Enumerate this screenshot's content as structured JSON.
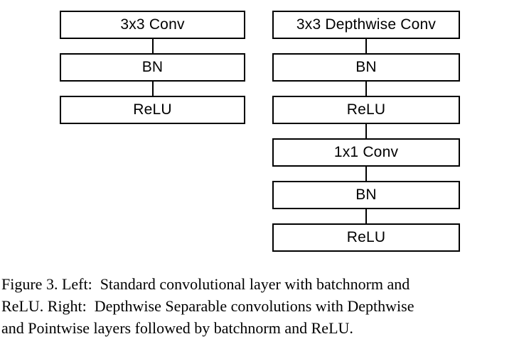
{
  "diagram": {
    "left_column": {
      "boxes": [
        "3x3 Conv",
        "BN",
        "ReLU"
      ]
    },
    "right_column": {
      "boxes": [
        "3x3 Depthwise Conv",
        "BN",
        "ReLU",
        "1x1 Conv",
        "BN",
        "ReLU"
      ]
    },
    "colors": {
      "box_border": "#000000",
      "box_fill": "#ffffff",
      "text": "#000000",
      "background": "#ffffff"
    }
  },
  "caption": {
    "lines": [
      "Figure 3. Left:  Standard convolutional layer with batchnorm and",
      "ReLU. Right:  Depthwise Separable convolutions with Depthwise",
      "and Pointwise layers followed by batchnorm and ReLU."
    ]
  }
}
